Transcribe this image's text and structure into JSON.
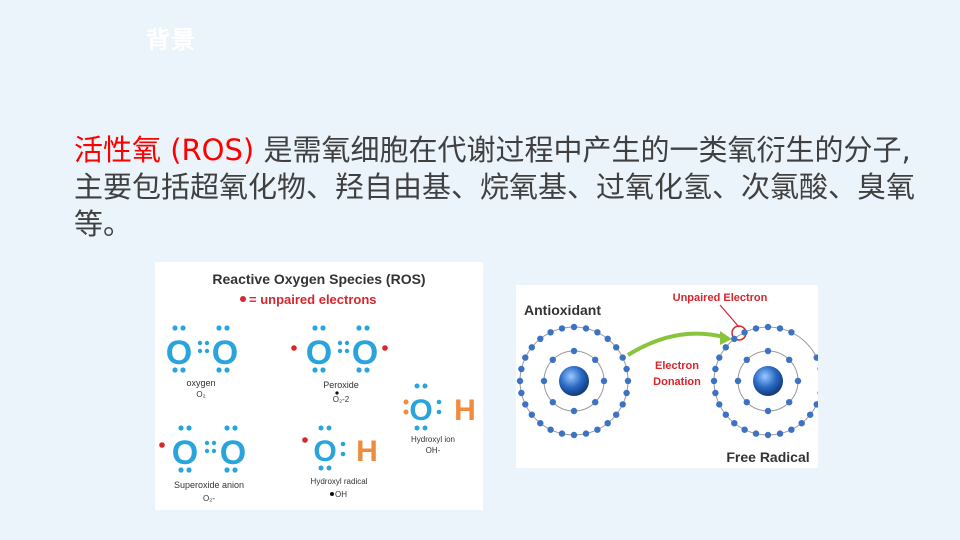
{
  "slide": {
    "title": "背景",
    "body_highlight": "活性氧 (ROS)",
    "body_text": " 是需氧细胞在代谢过程中产生的一类氧衍生的分子, 主要包括超氧化物、羟自由基、烷氧基、过氧化氢、次氯酸、臭氧等。"
  },
  "ros_figure": {
    "title": "Reactive Oxygen Species (ROS)",
    "legend": "= unpaired electrons",
    "species": [
      {
        "formula": "O::O",
        "name": "oxygen",
        "notation": "O₂"
      },
      {
        "formula": "O::O",
        "name": "Peroxide",
        "notation": "O₂-2"
      },
      {
        "formula": "O::O",
        "name": "Superoxide anion",
        "notation": "O₂-"
      },
      {
        "formula": "OH",
        "name": "Hydroxyl radical",
        "notation": "OH"
      },
      {
        "formula": "OH",
        "name": "Hydroxyl ion",
        "notation": "OH-"
      }
    ],
    "colors": {
      "oxygen": "#2aa4dc",
      "hydrogen": "#f08a3c",
      "radical": "#d7262c"
    }
  },
  "antioxidant_figure": {
    "left_label": "Antioxidant",
    "top_label": "Unpaired Electron",
    "arrow_label_1": "Electron",
    "arrow_label_2": "Donation",
    "right_label": "Free Radical",
    "colors": {
      "label": "#d7262c",
      "nucleus": "#1e5fb4",
      "arrow": "#8ac43f"
    }
  }
}
